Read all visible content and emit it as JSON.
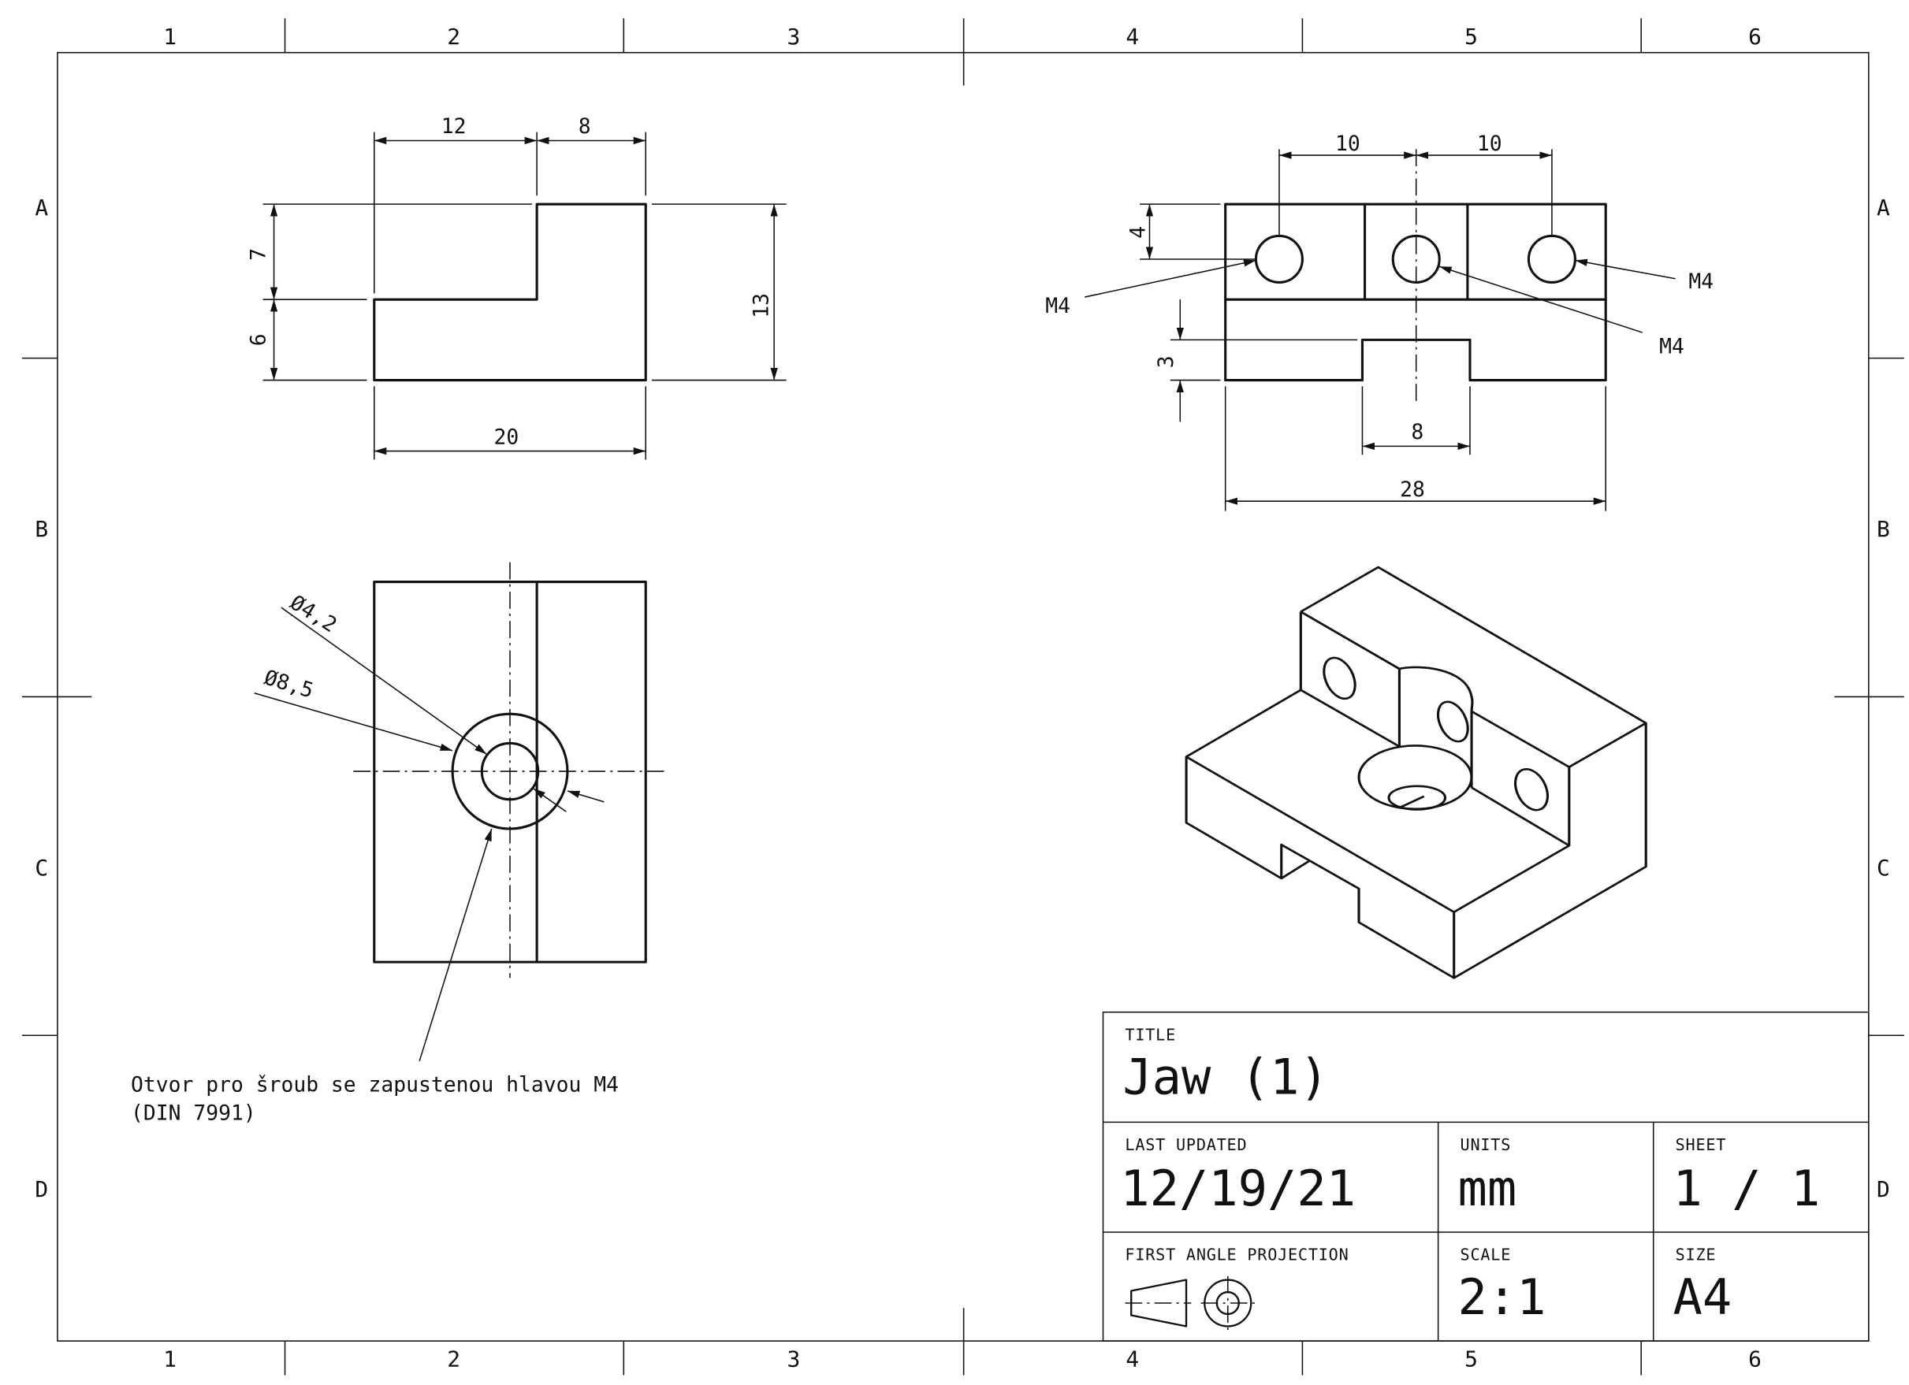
{
  "zones": {
    "columns": [
      "1",
      "2",
      "3",
      "4",
      "5",
      "6"
    ],
    "rows": [
      "A",
      "B",
      "C",
      "D"
    ]
  },
  "dimensions": {
    "front": [
      "12",
      "8",
      "7",
      "6",
      "13",
      "20"
    ],
    "side": [
      "10",
      "10",
      "4",
      "3",
      "8",
      "28"
    ],
    "top": [
      "Ø4,2",
      "Ø8,5"
    ]
  },
  "callouts": [
    "M4",
    "M4",
    "M4"
  ],
  "note": {
    "line1": "Otvor pro šroub se zapustenou hlavou M4",
    "line2": "(DIN 7991)"
  },
  "title_block": {
    "title_label": "TITLE",
    "title": "Jaw (1)",
    "last_updated_label": "LAST UPDATED",
    "last_updated": "12/19/21",
    "units_label": "UNITS",
    "units": "mm",
    "sheet_label": "SHEET",
    "sheet": "1 / 1",
    "projection_label": "FIRST ANGLE PROJECTION",
    "scale_label": "SCALE",
    "scale": "2:1",
    "size_label": "SIZE",
    "size": "A4"
  }
}
